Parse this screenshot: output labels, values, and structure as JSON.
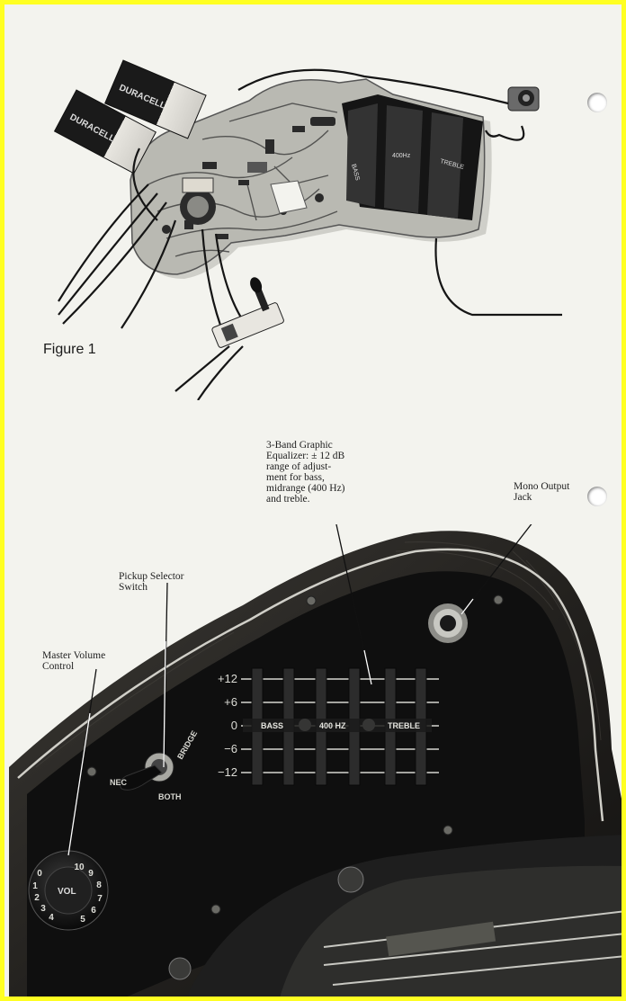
{
  "figure_label": "Figure 1",
  "callouts": {
    "equalizer": [
      "3-Band Graphic",
      "Equalizer: ± 12 dB",
      "range of adjust-",
      "ment for bass,",
      "midrange (400 Hz)",
      "and treble."
    ],
    "mono_output": [
      "Mono Output",
      "Jack"
    ],
    "pickup_selector": [
      "Pickup Selector",
      "Switch"
    ],
    "master_volume": [
      "Master Volume",
      "Control"
    ]
  },
  "eq_scale": [
    "+12",
    "+6",
    "0",
    "−6",
    "−12"
  ],
  "eq_bands": [
    "BASS",
    "400 HZ",
    "TREBLE"
  ],
  "circuit_slider_labels": [
    "BASS",
    "400Hz",
    "TREBLE"
  ],
  "battery_brand": "DURACELL",
  "switch_labels": {
    "bridge": "BRIDGE",
    "both": "BOTH",
    "neck": "NEC"
  },
  "volume_knob": {
    "label": "VOL",
    "numbers": [
      "0",
      "1",
      "2",
      "3",
      "4",
      "5",
      "6",
      "7",
      "8",
      "9",
      "10"
    ]
  }
}
